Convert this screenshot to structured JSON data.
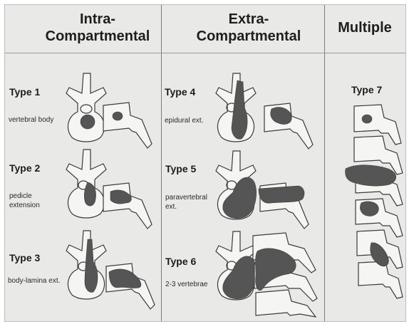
{
  "columns": [
    {
      "title_line1": "Intra-",
      "title_line2": "Compartmental"
    },
    {
      "title_line1": "Extra-",
      "title_line2": "Compartmental"
    },
    {
      "title_line1": "Multiple",
      "title_line2": ""
    }
  ],
  "types": [
    {
      "label": "Type 1",
      "desc": "vertebral body"
    },
    {
      "label": "Type 2",
      "desc": "pedicle\nextension"
    },
    {
      "label": "Type 3",
      "desc": "body-lamina ext."
    },
    {
      "label": "Type 4",
      "desc": "epidural ext."
    },
    {
      "label": "Type 5",
      "desc": "paravertebral\next."
    },
    {
      "label": "Type 6",
      "desc": "2-3 vertebrae"
    },
    {
      "label": "Type 7",
      "desc": ""
    }
  ],
  "colors": {
    "background": "#e9e9e7",
    "outline": "#3a3a3a",
    "tumor": "#555555"
  }
}
